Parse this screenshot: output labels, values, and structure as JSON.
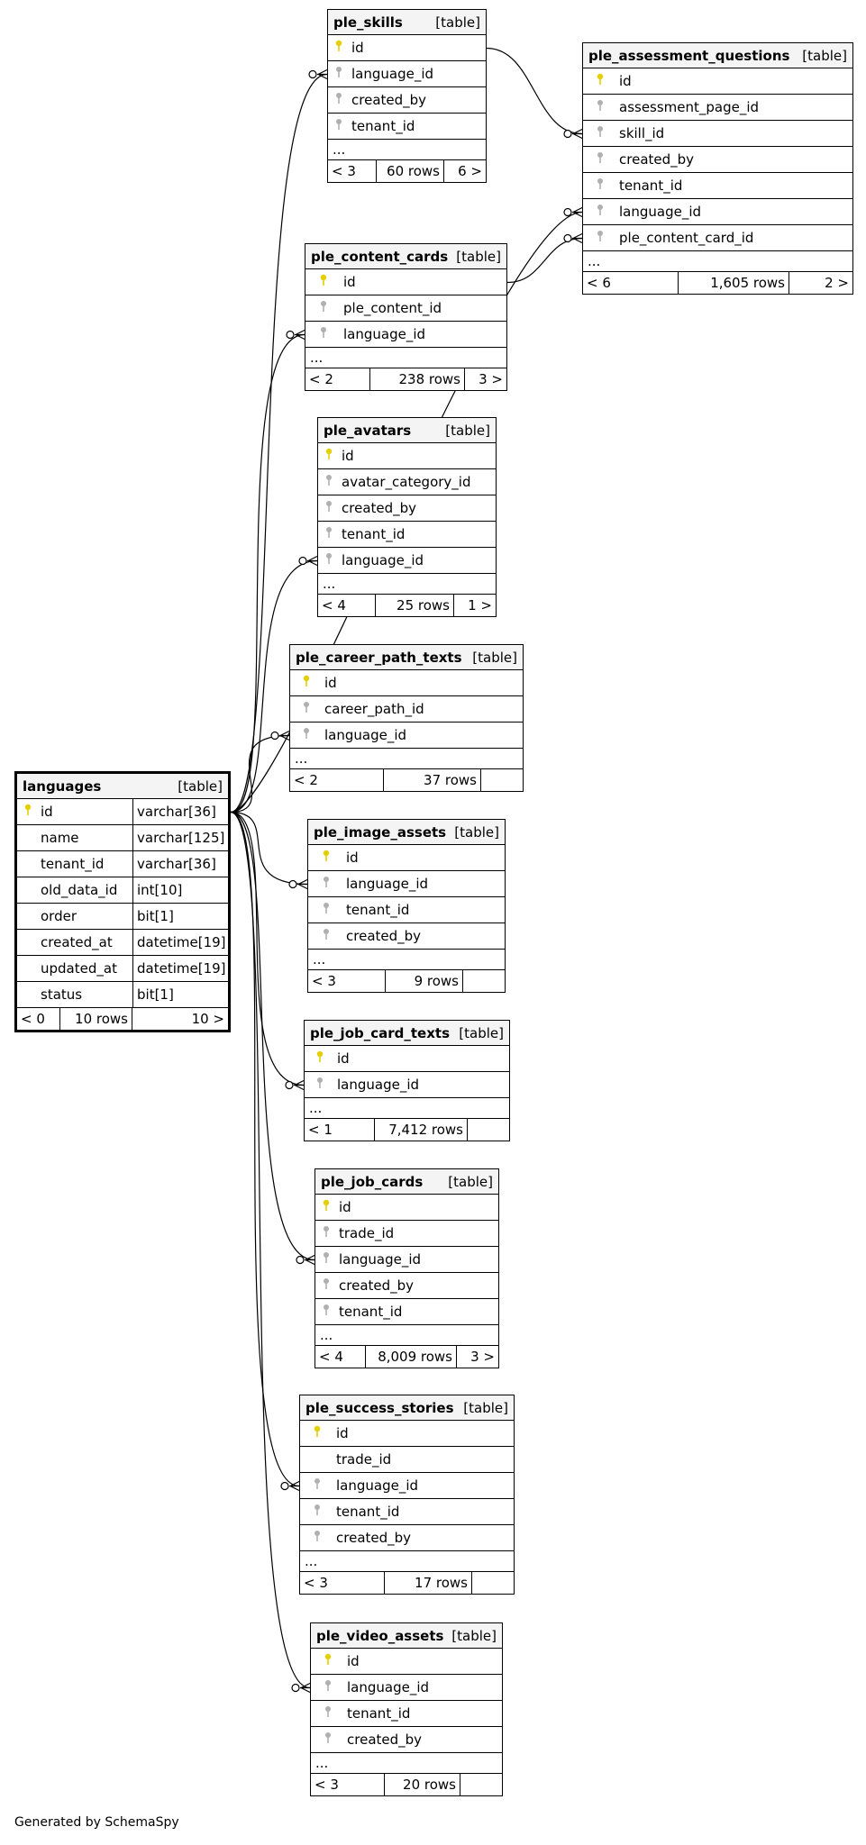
{
  "footer_note": "Generated by SchemaSpy",
  "type_label": "[table]",
  "tables": {
    "languages": {
      "name": "languages",
      "columns": [
        {
          "name": "id",
          "type": "varchar[36]",
          "key": "pk"
        },
        {
          "name": "name",
          "type": "varchar[125]",
          "key": ""
        },
        {
          "name": "tenant_id",
          "type": "varchar[36]",
          "key": ""
        },
        {
          "name": "old_data_id",
          "type": "int[10]",
          "key": ""
        },
        {
          "name": "order",
          "type": "bit[1]",
          "key": ""
        },
        {
          "name": "created_at",
          "type": "datetime[19]",
          "key": ""
        },
        {
          "name": "updated_at",
          "type": "datetime[19]",
          "key": ""
        },
        {
          "name": "status",
          "type": "bit[1]",
          "key": ""
        }
      ],
      "footer": [
        "< 0",
        "10 rows",
        "10 >"
      ]
    },
    "ple_skills": {
      "name": "ple_skills",
      "columns": [
        {
          "name": "id",
          "key": "pk"
        },
        {
          "name": "language_id",
          "key": "fk"
        },
        {
          "name": "created_by",
          "key": "fk"
        },
        {
          "name": "tenant_id",
          "key": "fk"
        }
      ],
      "ellipsis": "...",
      "footer": [
        "< 3",
        "60 rows",
        "6 >"
      ]
    },
    "ple_assessment_questions": {
      "name": "ple_assessment_questions",
      "columns": [
        {
          "name": "id",
          "key": "pk"
        },
        {
          "name": "assessment_page_id",
          "key": "fk"
        },
        {
          "name": "skill_id",
          "key": "fk"
        },
        {
          "name": "created_by",
          "key": "fk"
        },
        {
          "name": "tenant_id",
          "key": "fk"
        },
        {
          "name": "language_id",
          "key": "fk"
        },
        {
          "name": "ple_content_card_id",
          "key": "fk"
        }
      ],
      "ellipsis": "...",
      "footer": [
        "< 6",
        "1,605 rows",
        "2 >"
      ]
    },
    "ple_content_cards": {
      "name": "ple_content_cards",
      "columns": [
        {
          "name": "id",
          "key": "pk"
        },
        {
          "name": "ple_content_id",
          "key": "fk"
        },
        {
          "name": "language_id",
          "key": "fk"
        }
      ],
      "ellipsis": "...",
      "footer": [
        "< 2",
        "238 rows",
        "3 >"
      ]
    },
    "ple_avatars": {
      "name": "ple_avatars",
      "columns": [
        {
          "name": "id",
          "key": "pk"
        },
        {
          "name": "avatar_category_id",
          "key": "fk"
        },
        {
          "name": "created_by",
          "key": "fk"
        },
        {
          "name": "tenant_id",
          "key": "fk"
        },
        {
          "name": "language_id",
          "key": "fk"
        }
      ],
      "ellipsis": "...",
      "footer": [
        "< 4",
        "25 rows",
        "1 >"
      ]
    },
    "ple_career_path_texts": {
      "name": "ple_career_path_texts",
      "columns": [
        {
          "name": "id",
          "key": "pk"
        },
        {
          "name": "career_path_id",
          "key": "fk"
        },
        {
          "name": "language_id",
          "key": "fk"
        }
      ],
      "ellipsis": "...",
      "footer": [
        "< 2",
        "37 rows",
        ""
      ]
    },
    "ple_image_assets": {
      "name": "ple_image_assets",
      "columns": [
        {
          "name": "id",
          "key": "pk"
        },
        {
          "name": "language_id",
          "key": "fk"
        },
        {
          "name": "tenant_id",
          "key": "fk"
        },
        {
          "name": "created_by",
          "key": "fk"
        }
      ],
      "ellipsis": "...",
      "footer": [
        "< 3",
        "9 rows",
        ""
      ]
    },
    "ple_job_card_texts": {
      "name": "ple_job_card_texts",
      "columns": [
        {
          "name": "id",
          "key": "pk"
        },
        {
          "name": "language_id",
          "key": "fk"
        }
      ],
      "ellipsis": "...",
      "footer": [
        "< 1",
        "7,412 rows",
        ""
      ]
    },
    "ple_job_cards": {
      "name": "ple_job_cards",
      "columns": [
        {
          "name": "id",
          "key": "pk"
        },
        {
          "name": "trade_id",
          "key": "fk"
        },
        {
          "name": "language_id",
          "key": "fk"
        },
        {
          "name": "created_by",
          "key": "fk"
        },
        {
          "name": "tenant_id",
          "key": "fk"
        }
      ],
      "ellipsis": "...",
      "footer": [
        "< 4",
        "8,009 rows",
        "3 >"
      ]
    },
    "ple_success_stories": {
      "name": "ple_success_stories",
      "columns": [
        {
          "name": "id",
          "key": "pk"
        },
        {
          "name": "trade_id",
          "key": ""
        },
        {
          "name": "language_id",
          "key": "fk"
        },
        {
          "name": "tenant_id",
          "key": "fk"
        },
        {
          "name": "created_by",
          "key": "fk"
        }
      ],
      "ellipsis": "...",
      "footer": [
        "< 3",
        "17 rows",
        ""
      ]
    },
    "ple_video_assets": {
      "name": "ple_video_assets",
      "columns": [
        {
          "name": "id",
          "key": "pk"
        },
        {
          "name": "language_id",
          "key": "fk"
        },
        {
          "name": "tenant_id",
          "key": "fk"
        },
        {
          "name": "created_by",
          "key": "fk"
        }
      ],
      "ellipsis": "...",
      "footer": [
        "< 3",
        "20 rows",
        ""
      ]
    }
  },
  "relationships": [
    {
      "from": "languages.id",
      "to": "ple_skills.language_id"
    },
    {
      "from": "languages.id",
      "to": "ple_assessment_questions.language_id"
    },
    {
      "from": "languages.id",
      "to": "ple_content_cards.language_id"
    },
    {
      "from": "languages.id",
      "to": "ple_avatars.language_id"
    },
    {
      "from": "languages.id",
      "to": "ple_career_path_texts.language_id"
    },
    {
      "from": "languages.id",
      "to": "ple_image_assets.language_id"
    },
    {
      "from": "languages.id",
      "to": "ple_job_card_texts.language_id"
    },
    {
      "from": "languages.id",
      "to": "ple_job_cards.language_id"
    },
    {
      "from": "languages.id",
      "to": "ple_success_stories.language_id"
    },
    {
      "from": "languages.id",
      "to": "ple_video_assets.language_id"
    },
    {
      "from": "ple_skills.id",
      "to": "ple_assessment_questions.skill_id"
    },
    {
      "from": "ple_content_cards.id",
      "to": "ple_assessment_questions.ple_content_card_id"
    }
  ]
}
